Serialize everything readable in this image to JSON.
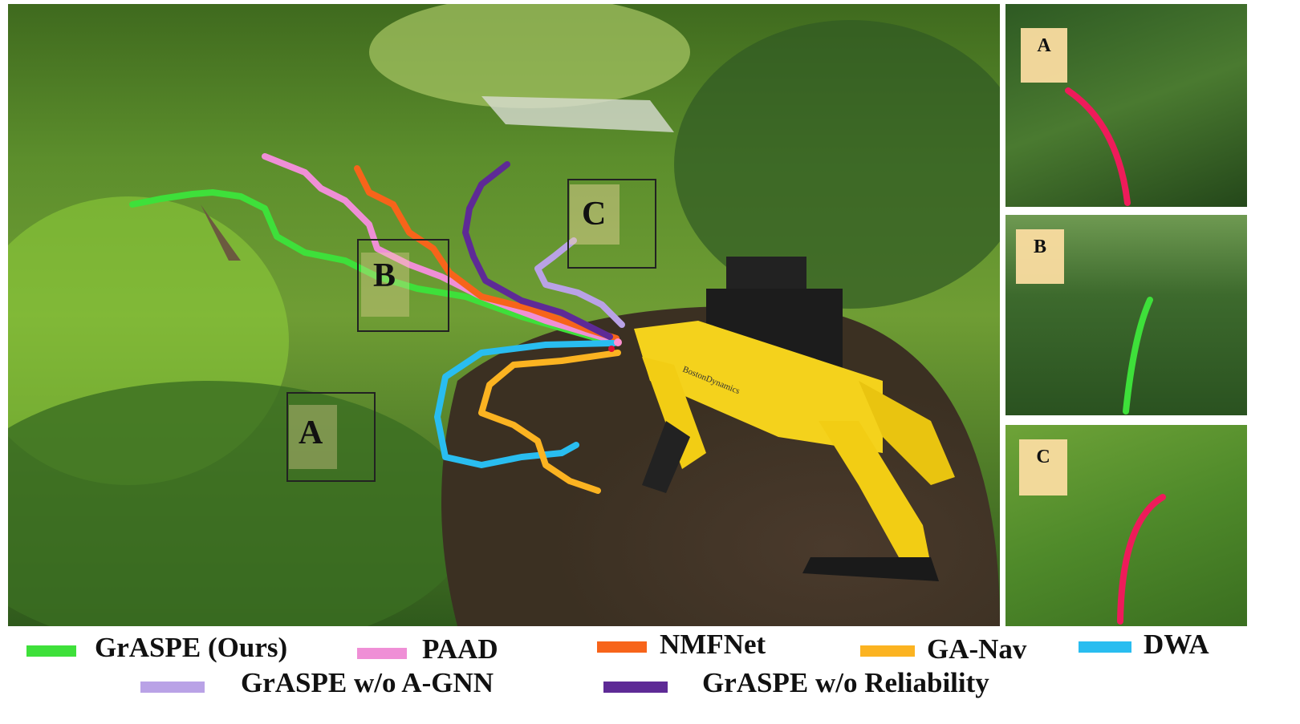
{
  "figure": {
    "regions": [
      {
        "label": "A"
      },
      {
        "label": "B"
      },
      {
        "label": "C"
      }
    ],
    "insets": [
      {
        "label": "A",
        "trajectory_color": "#ee1b5a"
      },
      {
        "label": "B",
        "trajectory_color": "#3ee03a"
      },
      {
        "label": "C",
        "trajectory_color": "#ee1b5a"
      }
    ],
    "robot_brand": "BostonDynamics"
  },
  "legend": [
    {
      "label": "GrASPE (Ours)",
      "color": "#3ee03a"
    },
    {
      "label": "PAAD",
      "color": "#ef8fd6"
    },
    {
      "label": "NMFNet",
      "color": "#f7641a"
    },
    {
      "label": "GA-Nav",
      "color": "#fbb321"
    },
    {
      "label": "DWA",
      "color": "#29bdf0"
    },
    {
      "label": "GrASPE w/o A-GNN",
      "color": "#b9a2e6"
    },
    {
      "label": "GrASPE w/o Reliability",
      "color": "#5e2a96"
    }
  ]
}
